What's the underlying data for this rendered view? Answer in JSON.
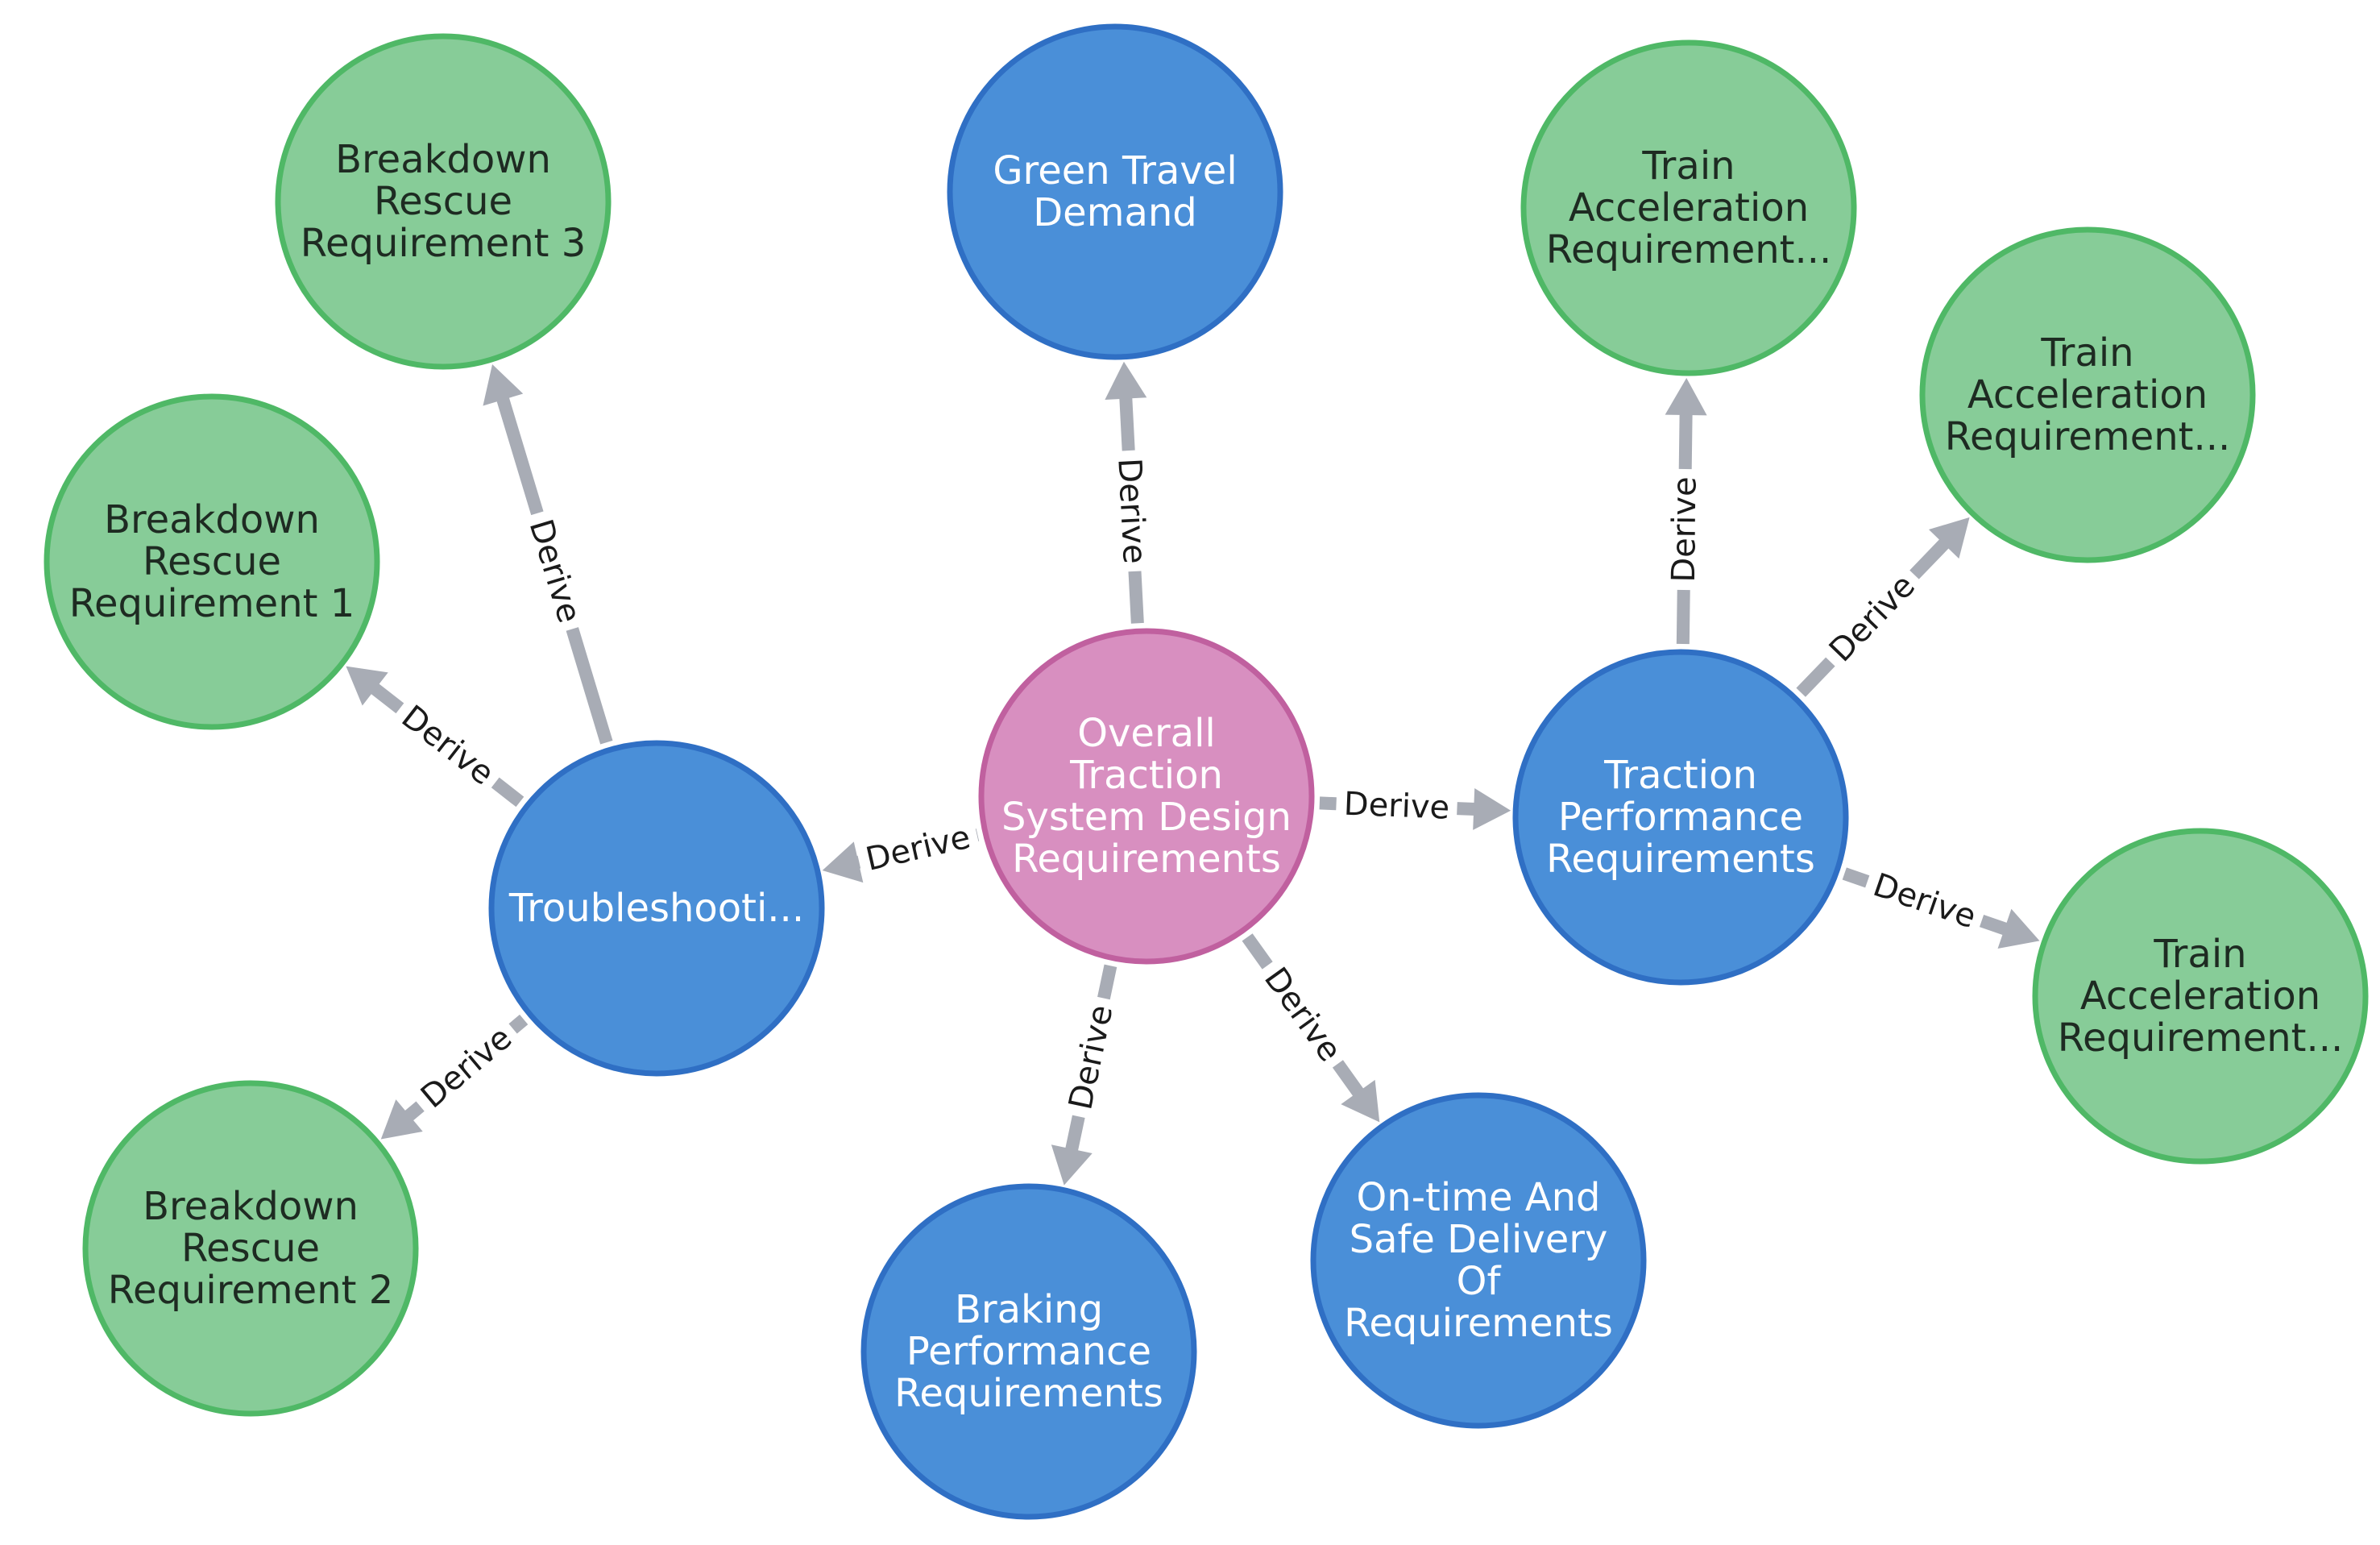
{
  "colors": {
    "blue_fill": "#4a8fd8",
    "blue_stroke": "#2f6fc4",
    "blue_text": "#ffffff",
    "green_fill": "#87cc98",
    "green_stroke": "#4fb866",
    "green_text": "#1e2b22",
    "pink_fill": "#d88fc0",
    "pink_stroke": "#c0609f",
    "pink_text": "#ffffff",
    "edge": "#a8acb5"
  },
  "nodes": [
    {
      "id": "overall",
      "kind": "pink",
      "lines": [
        "Overall",
        "Traction",
        "System Design",
        "Requirements"
      ]
    },
    {
      "id": "green-travel",
      "kind": "blue",
      "lines": [
        "Green Travel",
        "Demand"
      ]
    },
    {
      "id": "troubleshooting",
      "kind": "blue",
      "lines": [
        "Troubleshooti..."
      ]
    },
    {
      "id": "traction-perf",
      "kind": "blue",
      "lines": [
        "Traction",
        "Performance",
        "Requirements"
      ]
    },
    {
      "id": "braking-perf",
      "kind": "blue",
      "lines": [
        "Braking",
        "Performance",
        "Requirements"
      ]
    },
    {
      "id": "on-time",
      "kind": "blue",
      "lines": [
        "On-time And",
        "Safe Delivery",
        "Of",
        "Requirements"
      ]
    },
    {
      "id": "rescue-3",
      "kind": "green",
      "lines": [
        "Breakdown",
        "Rescue",
        "Requirement 3"
      ]
    },
    {
      "id": "rescue-1",
      "kind": "green",
      "lines": [
        "Breakdown",
        "Rescue",
        "Requirement 1"
      ]
    },
    {
      "id": "rescue-2",
      "kind": "green",
      "lines": [
        "Breakdown",
        "Rescue",
        "Requirement 2"
      ]
    },
    {
      "id": "accel-a",
      "kind": "green",
      "lines": [
        "Train",
        "Acceleration",
        "Requirement..."
      ]
    },
    {
      "id": "accel-b",
      "kind": "green",
      "lines": [
        "Train",
        "Acceleration",
        "Requirement..."
      ]
    },
    {
      "id": "accel-c",
      "kind": "green",
      "lines": [
        "Train",
        "Acceleration",
        "Requirement..."
      ]
    }
  ],
  "edges": [
    {
      "from": "overall",
      "to": "green-travel",
      "label": "Derive"
    },
    {
      "from": "overall",
      "to": "troubleshooting",
      "label": "Derive"
    },
    {
      "from": "overall",
      "to": "traction-perf",
      "label": "Derive"
    },
    {
      "from": "overall",
      "to": "braking-perf",
      "label": "Derive"
    },
    {
      "from": "overall",
      "to": "on-time",
      "label": "Derive"
    },
    {
      "from": "troubleshooting",
      "to": "rescue-3",
      "label": "Derive"
    },
    {
      "from": "troubleshooting",
      "to": "rescue-1",
      "label": "Derive"
    },
    {
      "from": "troubleshooting",
      "to": "rescue-2",
      "label": "Derive"
    },
    {
      "from": "traction-perf",
      "to": "accel-a",
      "label": "Derive"
    },
    {
      "from": "traction-perf",
      "to": "accel-b",
      "label": "Derive"
    },
    {
      "from": "traction-perf",
      "to": "accel-c",
      "label": "Derive"
    }
  ]
}
